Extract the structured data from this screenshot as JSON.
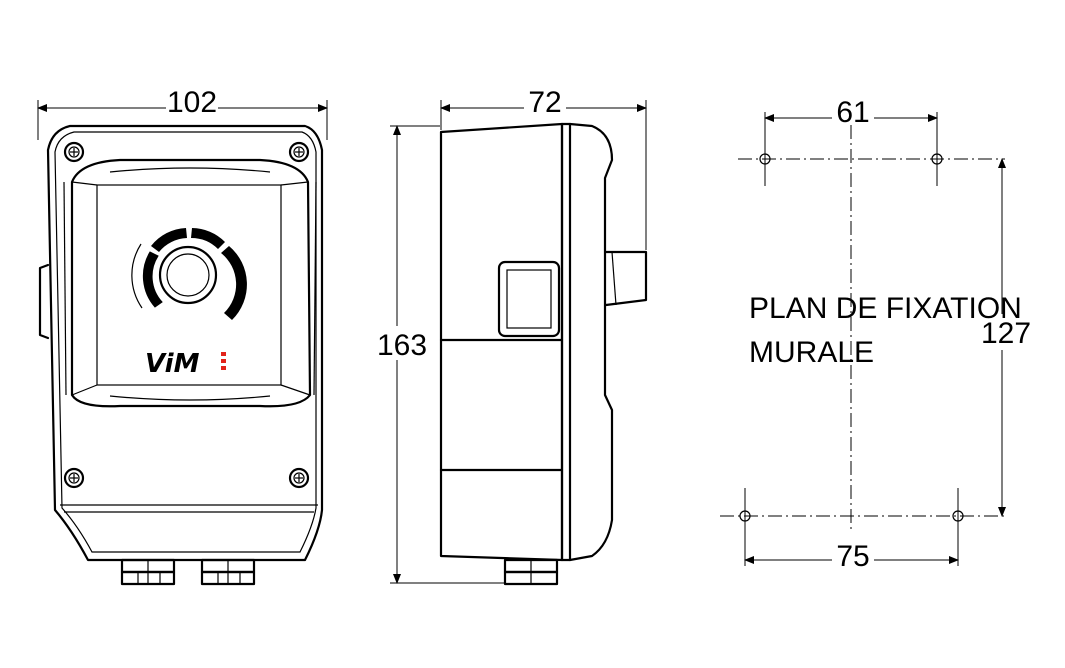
{
  "dimensions": {
    "front_width": "102",
    "side_depth": "72",
    "height": "163",
    "top_hole_spacing": "61",
    "vertical_hole_spacing": "127",
    "bottom_hole_spacing": "75"
  },
  "logo": {
    "text": "ViM",
    "accent_color": "#e2231a"
  },
  "mounting_plan": {
    "line1": "PLAN DE FIXATION",
    "line2": "MURALE"
  }
}
